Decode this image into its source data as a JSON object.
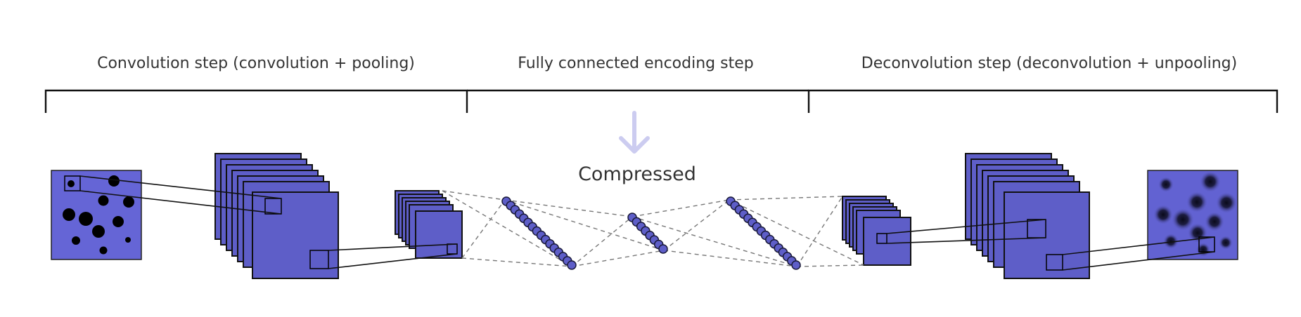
{
  "sections": [
    {
      "label": "Convolution step (convolution + pooling)"
    },
    {
      "label": "Fully connected encoding step"
    },
    {
      "label": "Deconvolution step (deconvolution + unpooling)"
    }
  ],
  "compressed_label": "Compressed",
  "colors": {
    "feature_fill": "#5e5ec8",
    "input_fill": "#6565d6",
    "arrow": "#ccccf0",
    "line": "#111111",
    "dash": "#777777",
    "text": "#333333"
  }
}
